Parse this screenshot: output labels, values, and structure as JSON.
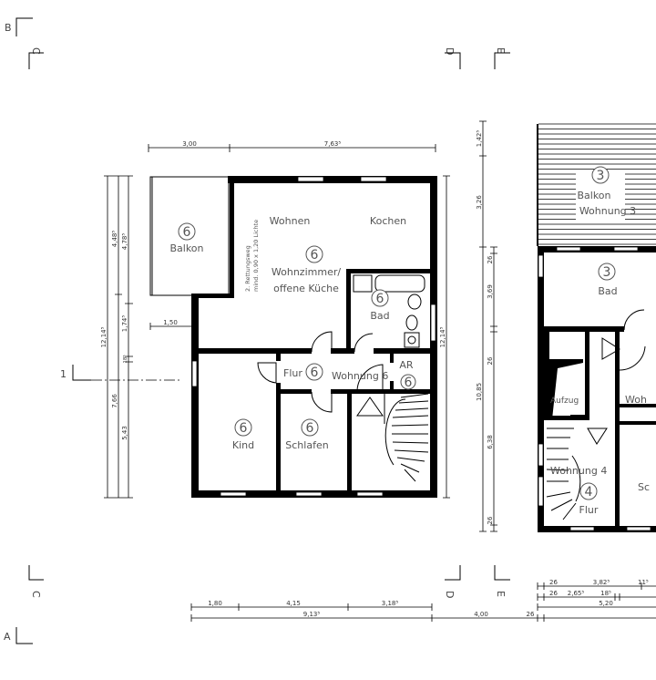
{
  "sections": {
    "B": "B",
    "C": "C",
    "D": "D",
    "E": "E",
    "A": "A",
    "axis_1": "1"
  },
  "unit6": {
    "balkon": {
      "num": "6",
      "label": "Balkon"
    },
    "wohnen": "Wohnen",
    "kochen": "Kochen",
    "wohnzimmer": {
      "num": "6",
      "label1": "Wohnzimmer/",
      "label2": "offene Küche"
    },
    "rettungsweg1": "2. Rettungsweg",
    "rettungsweg2": "mind. 0,90 x 1,20 Lichte",
    "bad": {
      "num": "6",
      "label": "Bad"
    },
    "flur": {
      "num": "6",
      "label": "Flur"
    },
    "wohnung": "Wohnung 6",
    "ar": {
      "num": "6",
      "label": "AR"
    },
    "kind": {
      "num": "6",
      "label": "Kind"
    },
    "schlafen": {
      "num": "6",
      "label": "Schlafen"
    }
  },
  "unit_right": {
    "balkon": {
      "num": "3",
      "label": "Balkon",
      "sub": "Wohnung 3"
    },
    "bad": {
      "num": "3",
      "label": "Bad"
    },
    "aufzug": "Aufzug",
    "wohnung4": "Wohnung 4",
    "flur": {
      "num": "4",
      "label": "Flur"
    },
    "wo_partial": "Woh",
    "s_partial": "Sc"
  },
  "dimensions": {
    "top": [
      "3,00",
      "7,63⁵"
    ],
    "left_outer": "12,14⁵",
    "left_mid": [
      "4,48⁵",
      "7,66"
    ],
    "left_inner": [
      "4,78⁵",
      "1,74⁵",
      "18⁵",
      "5,43"
    ],
    "balcony_offset": "1,50",
    "right": "12,14⁵",
    "bottom_chain": [
      "1,80",
      "4,15",
      "3,18⁵"
    ],
    "bottom_total": [
      "9,13⁵",
      "4,00",
      "26"
    ],
    "right_bldg_outer": [
      "1,42⁵",
      "3,26",
      "10,85"
    ],
    "right_bldg_inner": [
      "26",
      "3,69",
      "26",
      "6,38",
      "26"
    ],
    "right_bldg_bottom1": [
      "26",
      "3,82⁵",
      "11⁵"
    ],
    "right_bldg_bottom2": [
      "26",
      "2,65⁵",
      "18⁵"
    ],
    "right_bldg_bottom3": "5,20"
  }
}
